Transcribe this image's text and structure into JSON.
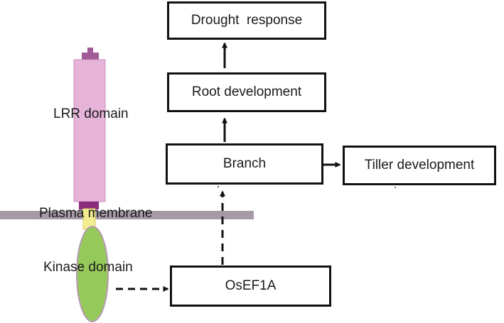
{
  "receptor": {
    "lrr_domain_label": "LRR domain",
    "plasma_membrane_label": "Plasma membrane",
    "kinase_domain_label": "Kinase domain",
    "colors": {
      "lrr": "#e6b3d9",
      "cap": "#8a2b7c",
      "tip": "#a05a96",
      "membrane": "#a69aa6",
      "transmembrane": "#f2ee8f",
      "kinase": "#95c95a"
    }
  },
  "boxes": {
    "drought_response": "Drought  response",
    "root_development": "Root development",
    "branch": "Branch",
    "tiller_development": "Tiller development",
    "osef1a": "OsEF1A"
  },
  "arrows": [
    {
      "from": "kinase_domain",
      "to": "osef1a",
      "style": "dashed"
    },
    {
      "from": "osef1a",
      "to": "branch",
      "style": "dashed"
    },
    {
      "from": "branch",
      "to": "tiller_development",
      "style": "solid"
    },
    {
      "from": "branch",
      "to": "root_development",
      "style": "solid"
    },
    {
      "from": "root_development",
      "to": "drought_response",
      "style": "solid"
    }
  ]
}
